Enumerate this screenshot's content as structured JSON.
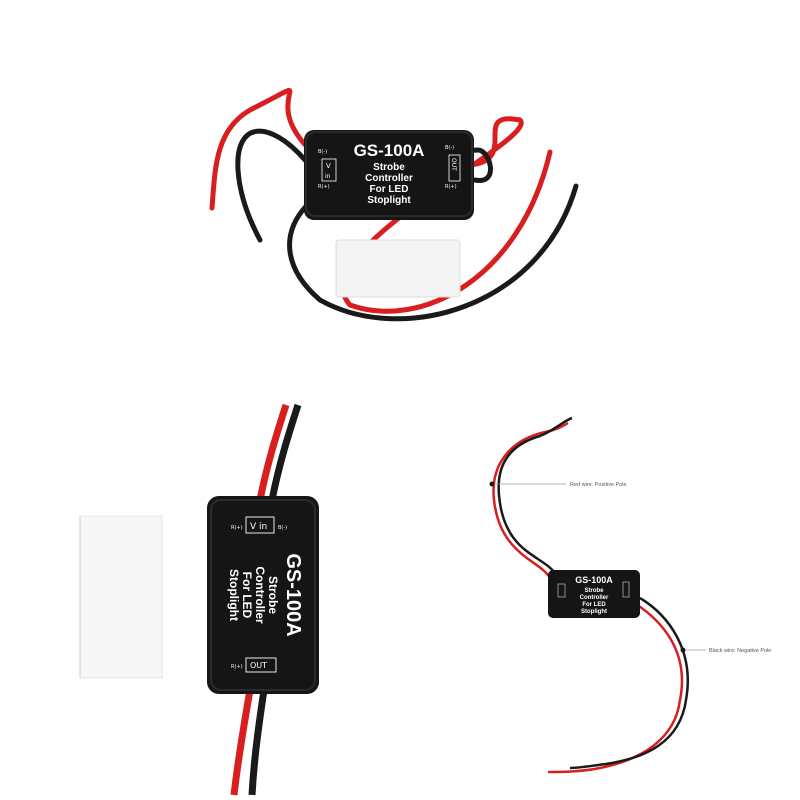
{
  "product": {
    "model": "GS-100A",
    "description_lines": [
      "Strobe",
      "Controller",
      "For LED",
      "Stoplight"
    ],
    "input_label": "V in",
    "input_v": "V",
    "input_in": "in",
    "output_label": "OUT",
    "pin_neg": "B(-)",
    "pin_pos": "R(+)",
    "pin_neg_short": "B(-)",
    "pin_pos_short": "R(+)"
  },
  "callouts": {
    "red_wire": "Red wire: Positive Pole",
    "black_wire": "Black wire: Negative Pole"
  },
  "colors": {
    "wire_red": "#d81e1e",
    "wire_black": "#1a1a1a",
    "box": "#151515",
    "pad": "#f4f4f4"
  }
}
